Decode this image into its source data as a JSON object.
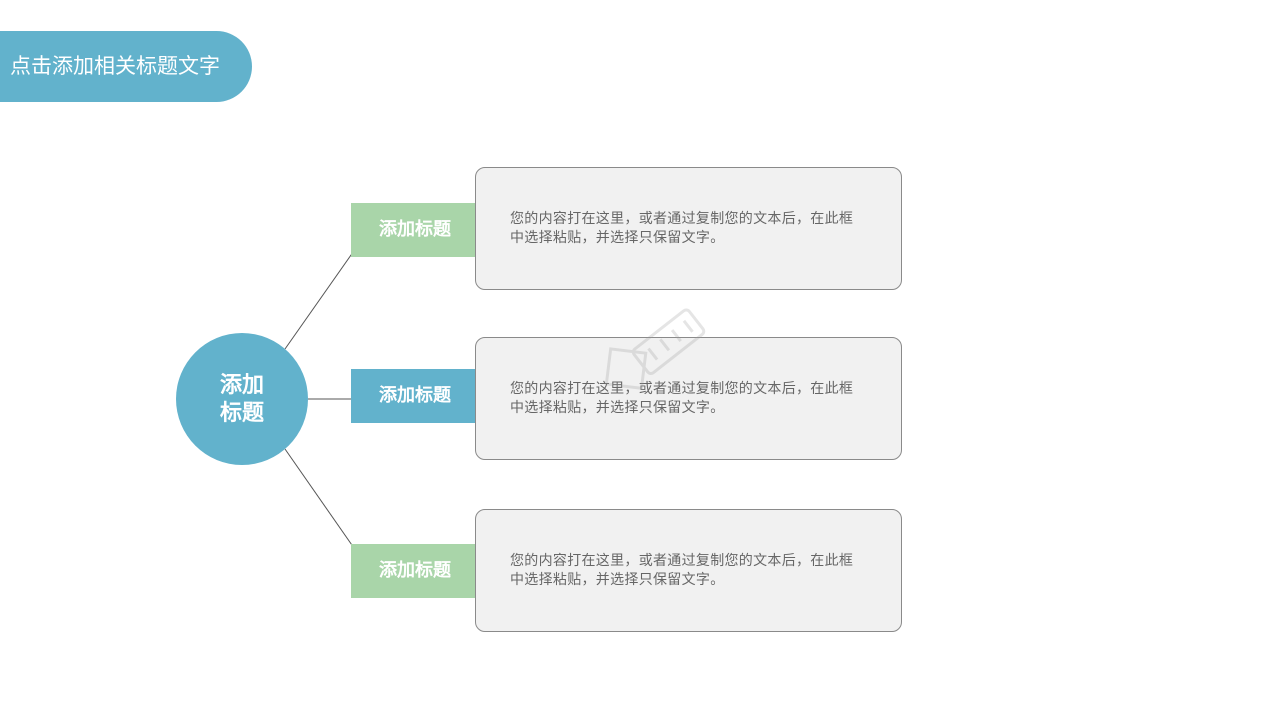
{
  "slide": {
    "title": "点击添加相关标题文字"
  },
  "hub": {
    "label": "添加标题"
  },
  "branches": [
    {
      "label": "添加标题",
      "color": "#a9d5a9",
      "text": "您的内容打在这里，或者通过复制您的文本后，在此框中选择粘贴，并选择只保留文字。"
    },
    {
      "label": "添加标题",
      "color": "#62b2cc",
      "text": "您的内容打在这里，或者通过复制您的文本后，在此框中选择粘贴，并选择只保留文字。"
    },
    {
      "label": "添加标题",
      "color": "#a9d5a9",
      "text": "您的内容打在这里，或者通过复制您的文本后，在此框中选择粘贴，并选择只保留文字。"
    }
  ],
  "colors": {
    "accent_blue": "#62b2cc",
    "accent_green": "#a9d5a9",
    "box_fill": "#f1f1f1",
    "box_border": "#8a8a8a",
    "body_text": "#666666",
    "connector": "#555555"
  },
  "icons": {
    "connector_dot": "connector-dot-icon",
    "watermark": "watermark-icon"
  }
}
